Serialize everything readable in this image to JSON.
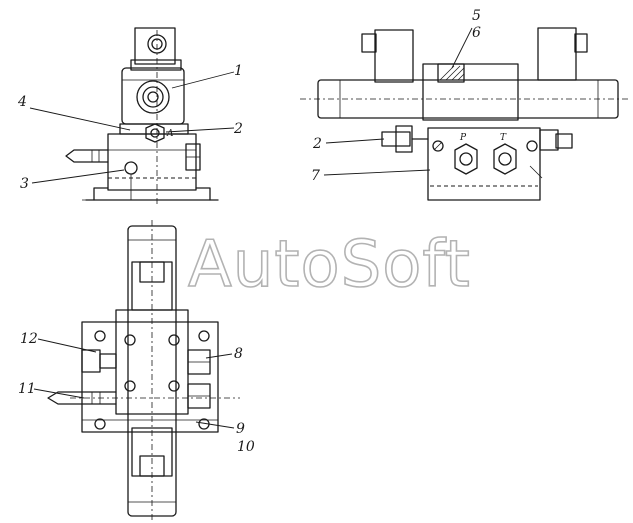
{
  "watermark": "AutoSoft",
  "callouts": [
    "1",
    "2",
    "3",
    "4",
    "5",
    "6",
    "2",
    "7",
    "12",
    "8",
    "11",
    "9",
    "10"
  ],
  "port_labels": {
    "a": "A",
    "p": "P",
    "t": "T"
  }
}
